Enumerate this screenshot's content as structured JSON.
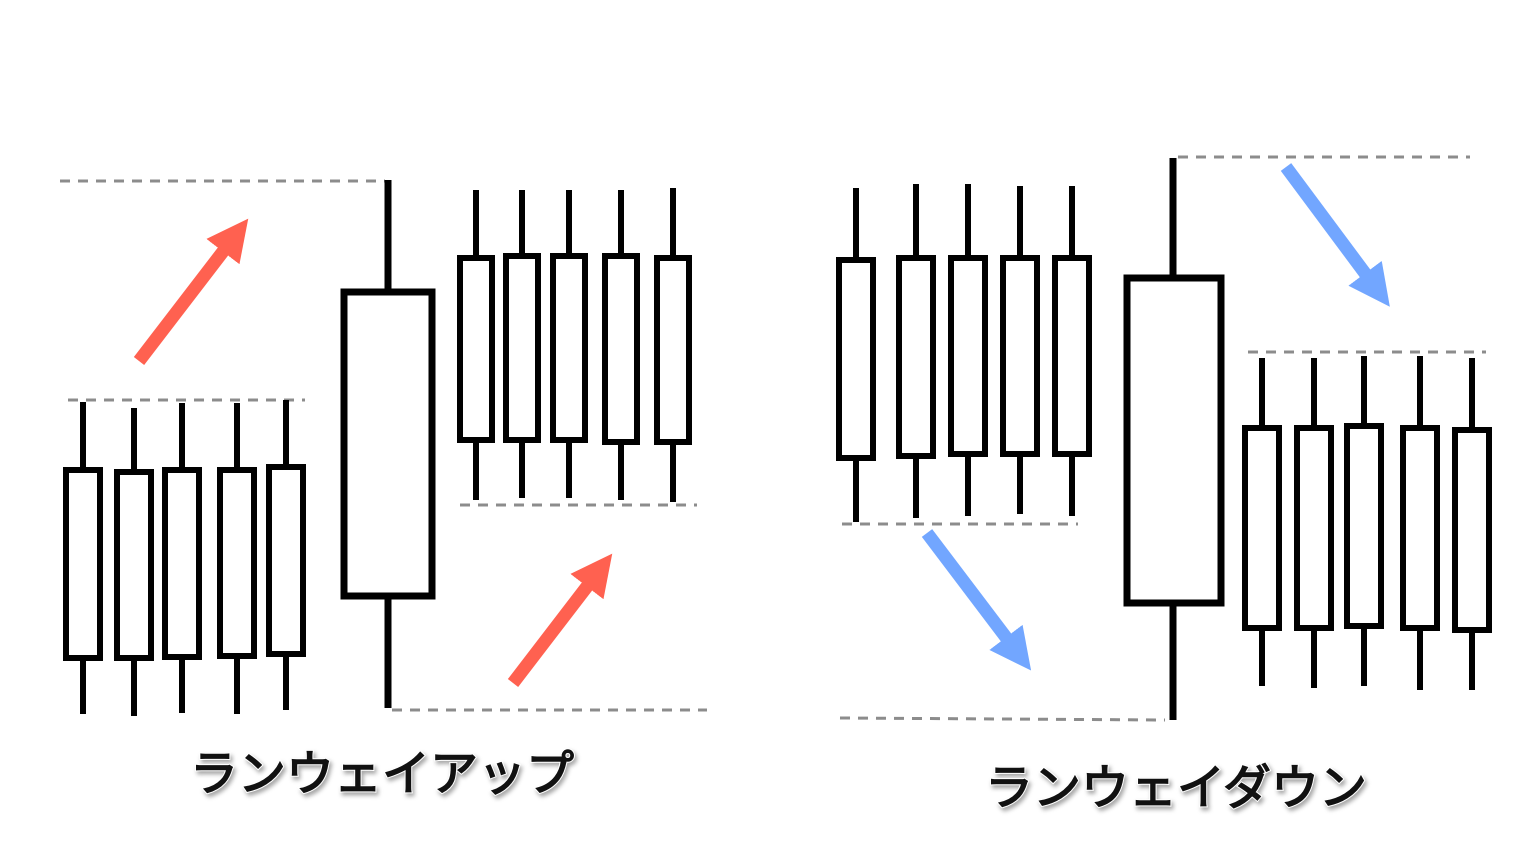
{
  "diagram": {
    "panels": [
      {
        "id": "runaway-up",
        "caption": "ランウェイアップ",
        "arrow_direction": "up"
      },
      {
        "id": "runaway-down",
        "caption": "ランウェイダウン",
        "arrow_direction": "down"
      }
    ],
    "colors": {
      "candle_stroke": "#000000",
      "candle_fill": "#ffffff",
      "guide_line": "#8c8c8c",
      "arrow_up": "#ff6150",
      "arrow_down": "#72a6ff"
    }
  }
}
